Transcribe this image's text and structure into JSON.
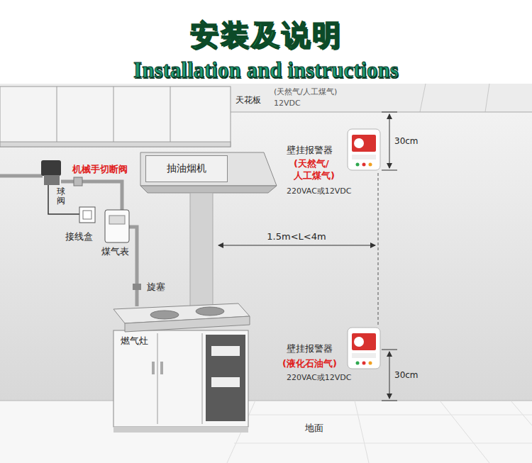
{
  "diagram": {
    "title": "安装及说明",
    "nodes": [
      {
        "text": [
          "抽油烟机"
        ]
      }
    ],
    "labels": [
      "Installation and instructions",
      "天花板",
      "(天然气/人工煤气)",
      "12VDC",
      "机械手切断阀",
      "球阀",
      "壁挂报警器",
      "(天然气/ 人工煤气)",
      "220VAC或12VDC",
      "30cm",
      "接线盒",
      "煤气表",
      "1.5m<L<4m",
      "旋塞",
      "燃气灶",
      "壁挂报警器",
      "(液化石油气)",
      "220VAC或12VDC",
      "30cm",
      "地面"
    ]
  }
}
